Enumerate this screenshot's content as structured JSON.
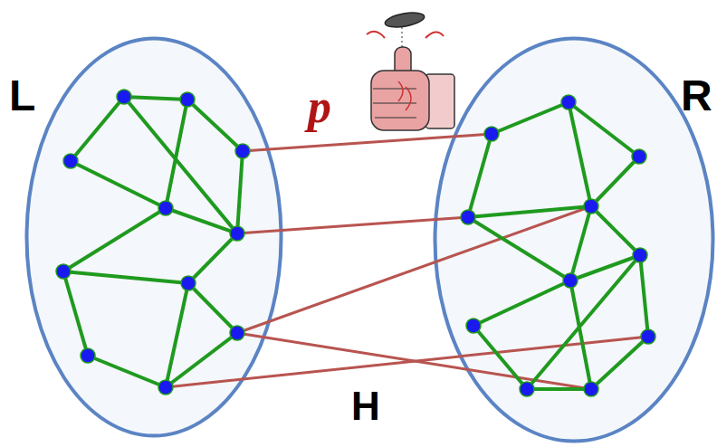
{
  "diagram": {
    "nodes": [
      {
        "text": [
          "L"
        ]
      },
      {
        "text": [
          "R"
        ]
      }
    ],
    "labels": [
      "p",
      "H"
    ]
  }
}
